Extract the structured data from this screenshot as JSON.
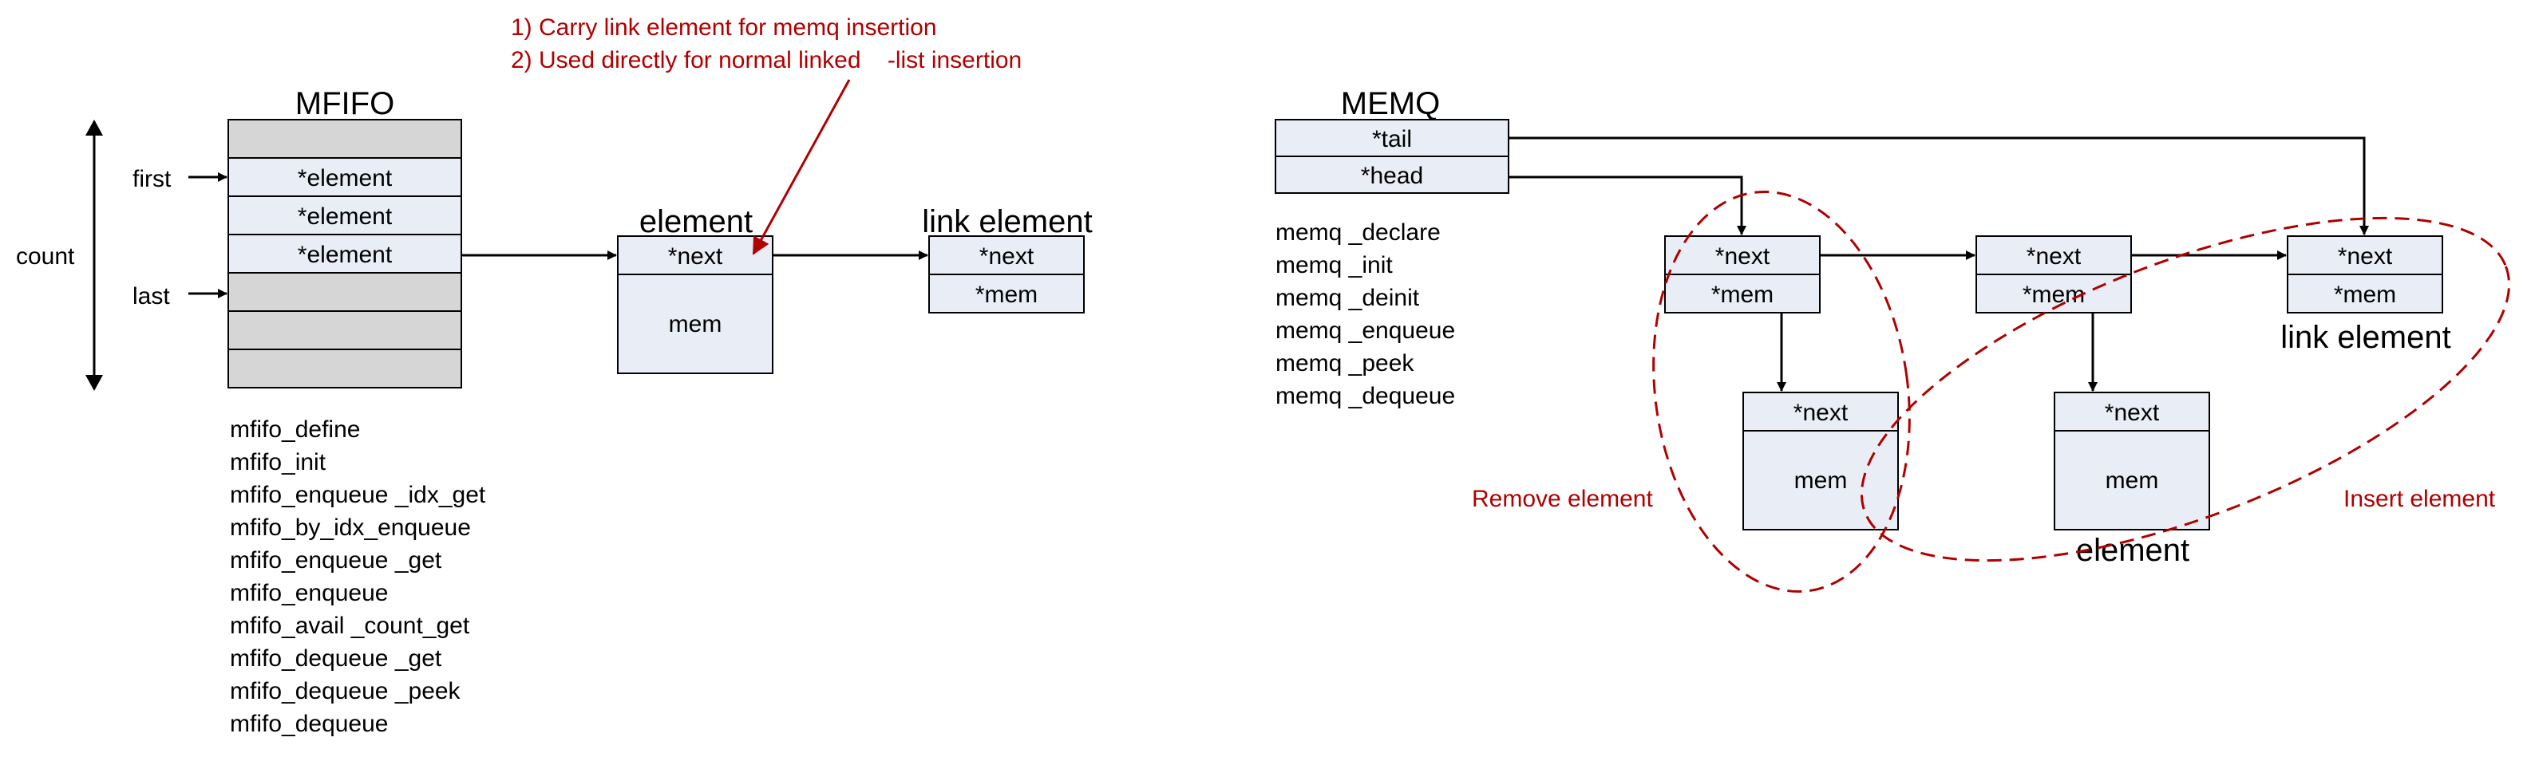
{
  "colors": {
    "accent": "#b00000",
    "cell_fill": "#e9eef6",
    "empty_fill": "#d6d6d6",
    "line": "#000000"
  },
  "mfifo": {
    "title": "MFIFO",
    "count_label": "count",
    "first_label": "first",
    "last_label": "last",
    "rows": [
      "",
      "*element",
      "*element",
      "*element",
      "",
      "",
      ""
    ],
    "api": [
      "mfifo_define",
      "mfifo_init",
      "mfifo_enqueue _idx_get",
      "mfifo_by_idx_enqueue",
      "mfifo_enqueue _get",
      "mfifo_enqueue",
      "mfifo_avail _count_get",
      "mfifo_dequeue _get",
      "mfifo_dequeue _peek",
      "mfifo_dequeue"
    ]
  },
  "element_left": {
    "title": "element",
    "next": "*next",
    "mem": "mem"
  },
  "link_left": {
    "title": "link element",
    "next": "*next",
    "mem": "*mem"
  },
  "annotation": {
    "line1": "1) Carry link element for memq insertion",
    "line2": "2) Used directly for normal linked    -list insertion"
  },
  "memq": {
    "title": "MEMQ",
    "tail": "*tail",
    "head": "*head",
    "api": [
      "memq _declare",
      "memq _init",
      "memq _deinit",
      "memq _enqueue",
      "memq _peek",
      "memq _dequeue"
    ]
  },
  "node1": {
    "next": "*next",
    "mem": "*mem"
  },
  "node2": {
    "next": "*next",
    "mem": "*mem"
  },
  "node3": {
    "next": "*next",
    "mem": "*mem",
    "caption": "link element"
  },
  "elem1": {
    "next": "*next",
    "mem": "mem"
  },
  "elem2": {
    "next": "*next",
    "mem": "mem",
    "caption": "element"
  },
  "remove_label": "Remove element",
  "insert_label": "Insert element"
}
